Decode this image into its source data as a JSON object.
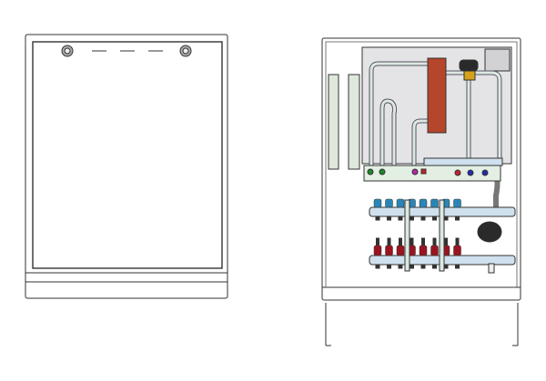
{
  "drawing": {
    "views": [
      "front-closed",
      "front-open"
    ],
    "colors": {
      "line": "#333333",
      "panel": "#e4e4e6",
      "pipe": "#d8e4dc",
      "exchanger": "#b5462b",
      "valve_green": "#1c8a2a",
      "valve_purple": "#b02aa8",
      "valve_red": "#c8202a",
      "valve_blue": "#1d2fb0",
      "cap_blue": "#2b86b8",
      "cap_red": "#9a1420",
      "pump": "#2a2a2a",
      "mixing_valve": "#d6a21a"
    },
    "supply_loops": 8,
    "return_loops": 8
  }
}
